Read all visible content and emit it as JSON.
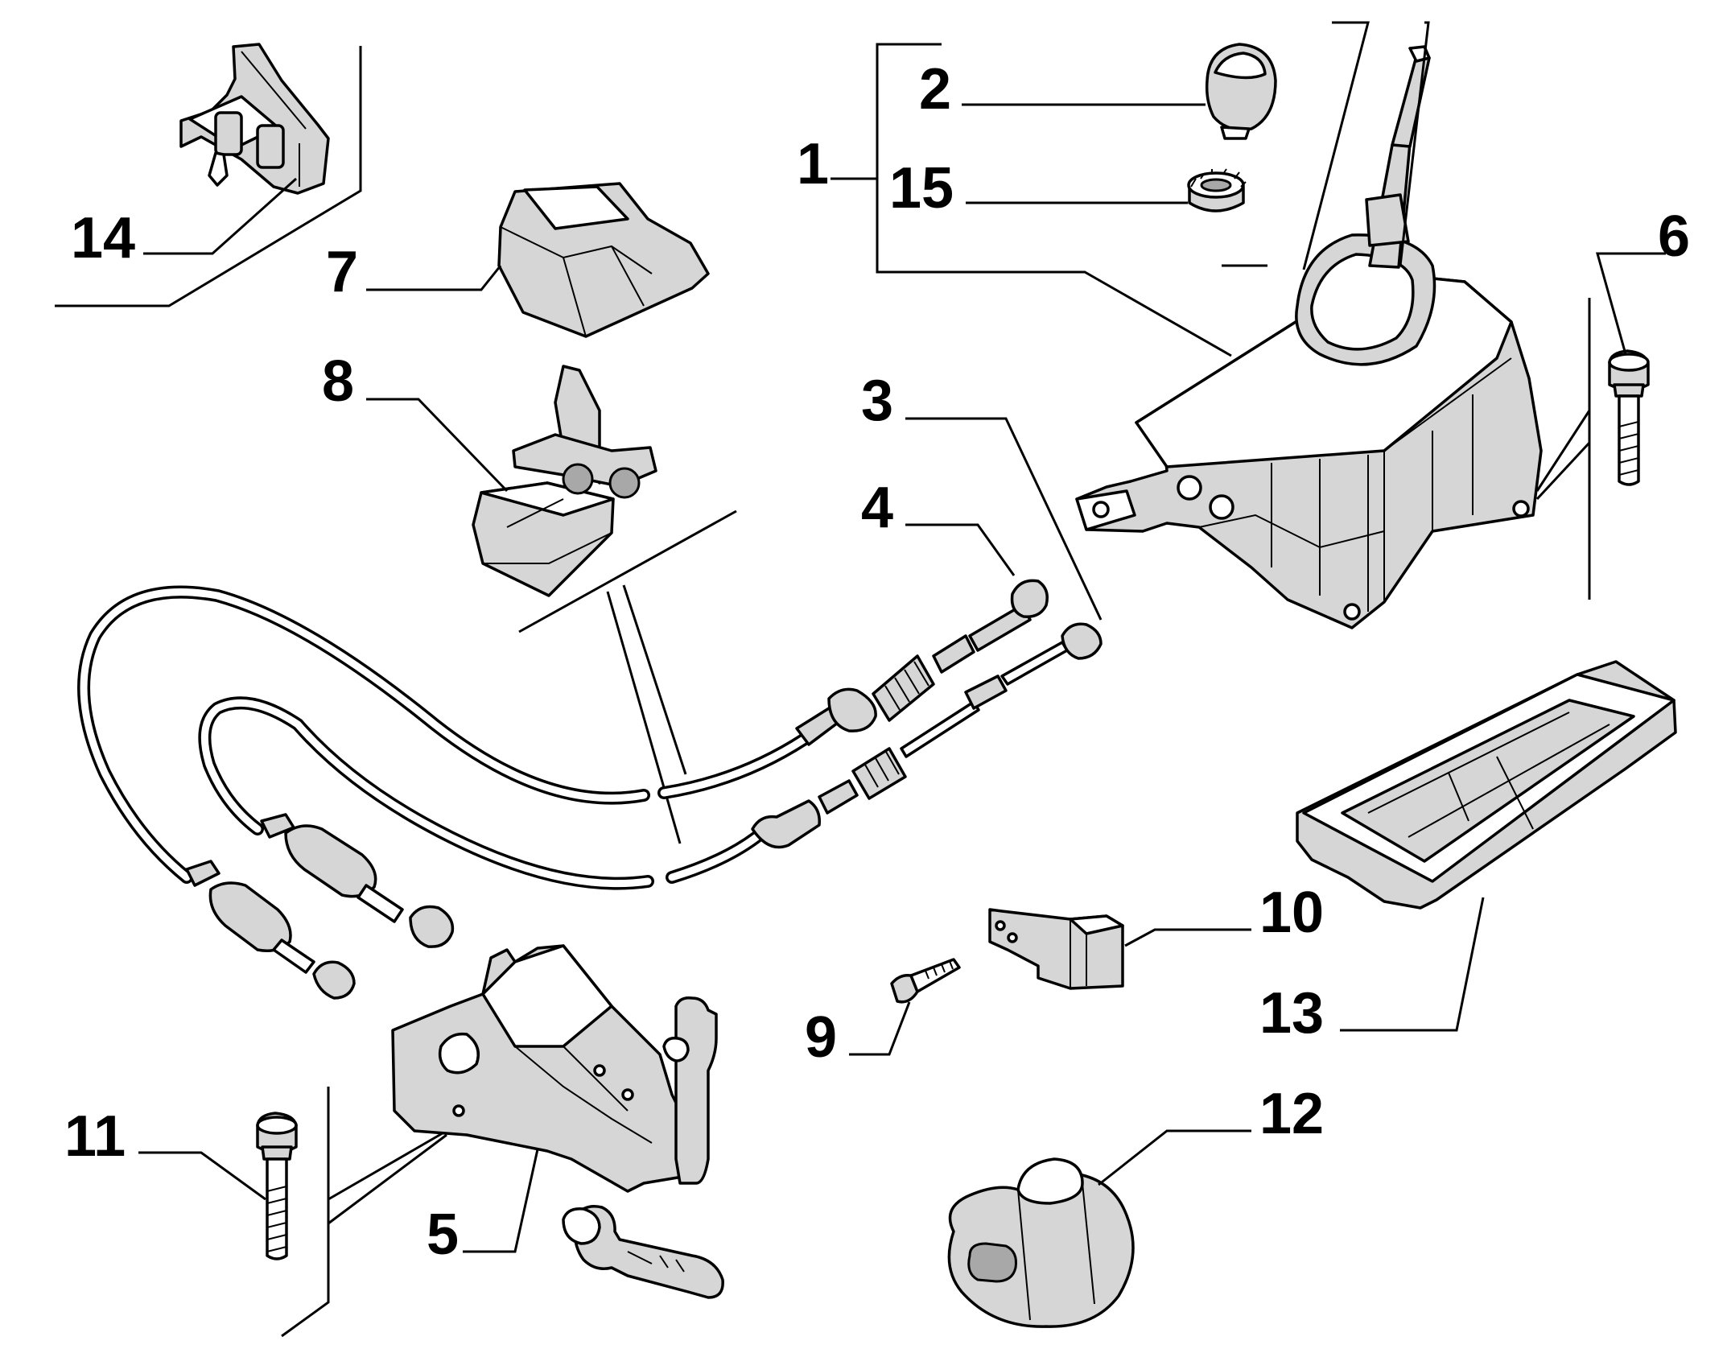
{
  "diagram": {
    "callouts": [
      {
        "id": "1",
        "label": "1"
      },
      {
        "id": "2",
        "label": "2"
      },
      {
        "id": "3",
        "label": "3"
      },
      {
        "id": "4",
        "label": "4"
      },
      {
        "id": "5",
        "label": "5"
      },
      {
        "id": "6",
        "label": "6"
      },
      {
        "id": "7",
        "label": "7"
      },
      {
        "id": "8",
        "label": "8"
      },
      {
        "id": "9",
        "label": "9"
      },
      {
        "id": "10",
        "label": "10"
      },
      {
        "id": "11",
        "label": "11"
      },
      {
        "id": "12",
        "label": "12"
      },
      {
        "id": "13",
        "label": "13"
      },
      {
        "id": "14",
        "label": "14"
      },
      {
        "id": "15",
        "label": "15"
      }
    ],
    "parts": [
      {
        "callout": "1",
        "icon": "gear-shift-lever-assembly-icon"
      },
      {
        "callout": "2",
        "icon": "gear-knob-icon"
      },
      {
        "callout": "3",
        "icon": "selector-cable-icon"
      },
      {
        "callout": "4",
        "icon": "engagement-cable-icon"
      },
      {
        "callout": "5",
        "icon": "gearbox-bracket-icon"
      },
      {
        "callout": "6",
        "icon": "bolt-icon"
      },
      {
        "callout": "7",
        "icon": "cover-cap-icon"
      },
      {
        "callout": "8",
        "icon": "cable-retainer-icon"
      },
      {
        "callout": "9",
        "icon": "screw-icon"
      },
      {
        "callout": "10",
        "icon": "support-bracket-icon"
      },
      {
        "callout": "11",
        "icon": "bolt-icon"
      },
      {
        "callout": "12",
        "icon": "rubber-bushing-icon"
      },
      {
        "callout": "13",
        "icon": "gaiter-frame-icon"
      },
      {
        "callout": "14",
        "icon": "cable-clip-icon"
      },
      {
        "callout": "15",
        "icon": "ring-nut-icon"
      }
    ]
  }
}
